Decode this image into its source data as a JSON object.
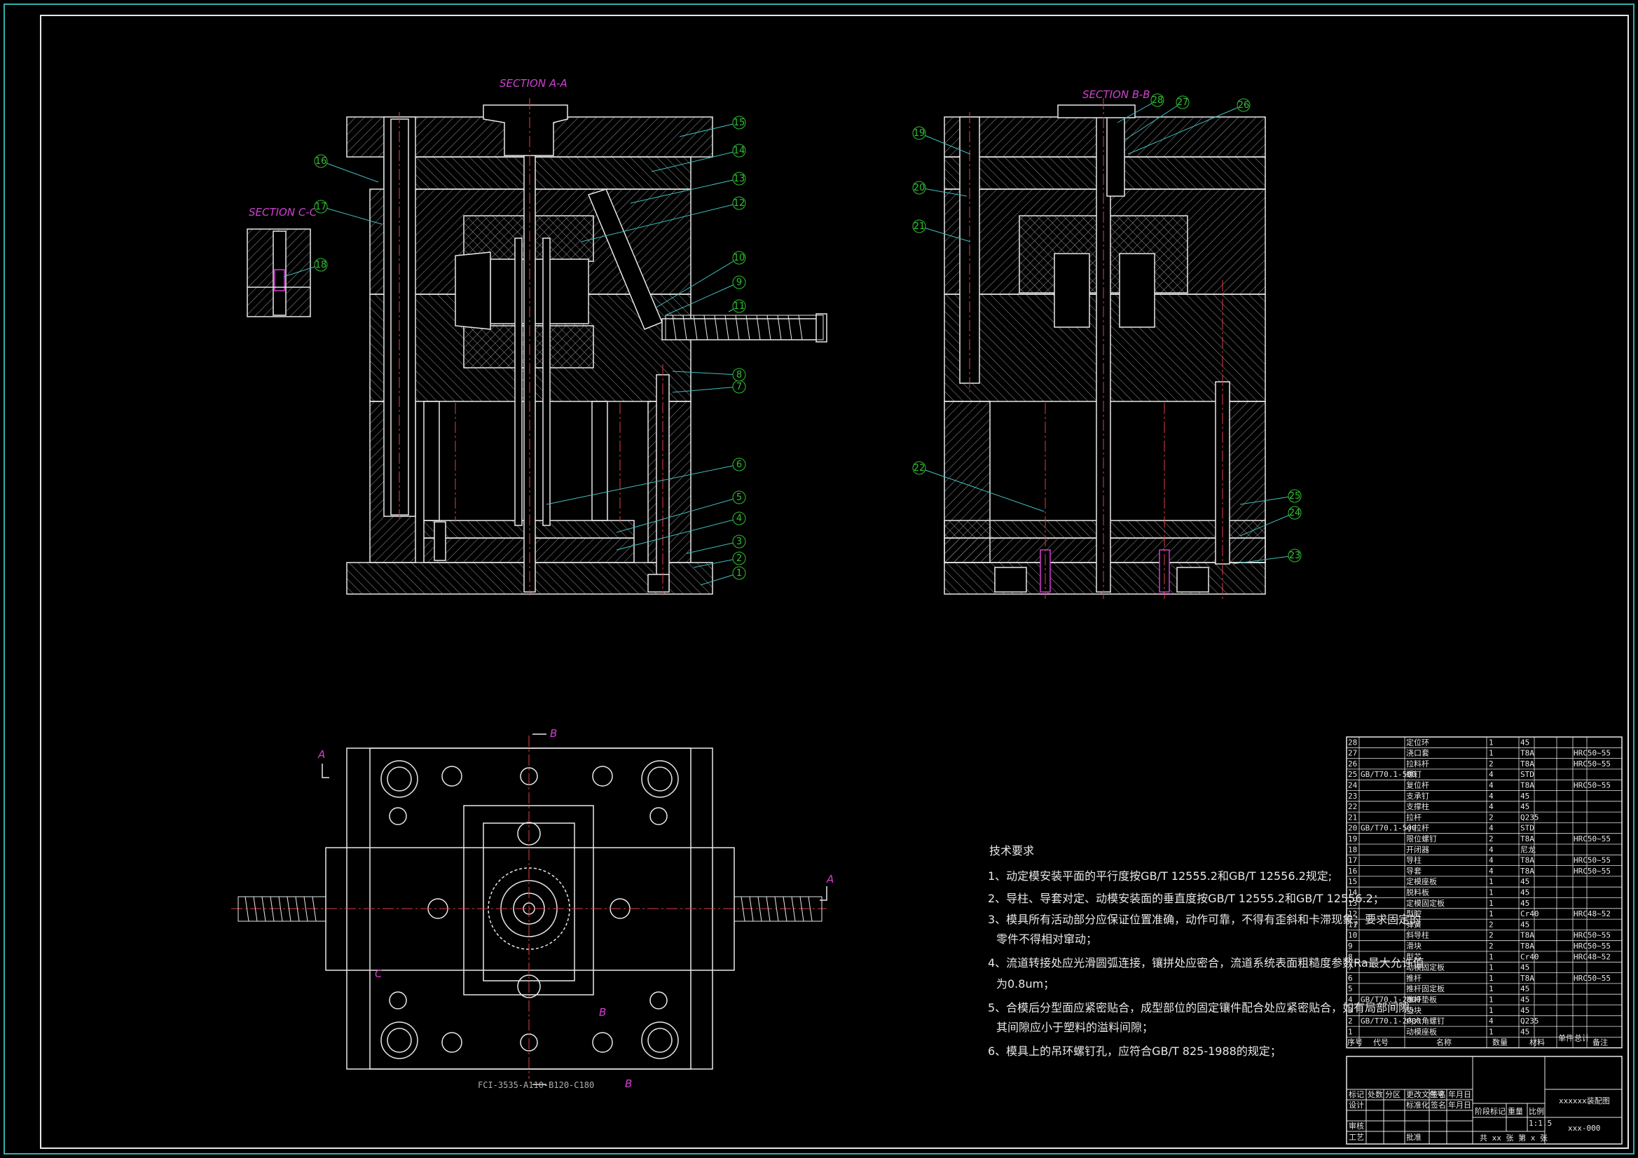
{
  "sections": {
    "a": "SECTION A-A",
    "b": "SECTION B-B",
    "c": "SECTION C-C",
    "cut_a": "A",
    "cut_b": "B",
    "cut_c": "C"
  },
  "base_code": "FCI-3535-A110-B120-C180",
  "tech_title": "技术要求",
  "tech_lines": [
    "1、动定模安装平面的平行度按GB/T 12555.2和GB/T 12556.2规定;",
    "2、导柱、导套对定、动模安装面的垂直度按GB/T 12555.2和GB/T 12556.2；",
    "3、模具所有活动部分应保证位置准确，动作可靠，不得有歪斜和卡滞现象；要求固定的",
    "零件不得相对窜动；",
    "4、流道转接处应光滑圆弧连接，镶拼处应密合，流道系统表面粗糙度参数Ra最大允许值",
    "为0.8um；",
    "5、合模后分型面应紧密贴合，成型部位的固定镶件配合处应紧密贴合，如有局部间隙，",
    "其间隙应小于塑料的溢料间隙；",
    "6、模具上的吊环螺钉孔，应符合GB/T 825-1988的规定；"
  ],
  "callouts_left": [
    "1",
    "2",
    "3",
    "4",
    "5",
    "6",
    "7",
    "8",
    "9",
    "10",
    "11",
    "12",
    "13",
    "14",
    "15",
    "16",
    "17",
    "18"
  ],
  "callouts_right": [
    "19",
    "20",
    "21",
    "22",
    "23",
    "24",
    "25",
    "26",
    "27",
    "28"
  ],
  "bom": [
    {
      "no": "28",
      "std": "",
      "name": "定位环",
      "qty": "1",
      "mat": "45",
      "note": ""
    },
    {
      "no": "27",
      "std": "",
      "name": "浇口套",
      "qty": "1",
      "mat": "T8A",
      "note": "HRC50~55"
    },
    {
      "no": "26",
      "std": "",
      "name": "拉料杆",
      "qty": "2",
      "mat": "T8A",
      "note": "HRC50~55"
    },
    {
      "no": "25",
      "std": "GB/T70.1-500",
      "name": "螺钉",
      "qty": "4",
      "mat": "STD",
      "note": ""
    },
    {
      "no": "24",
      "std": "",
      "name": "复位杆",
      "qty": "4",
      "mat": "T8A",
      "note": "HRC50~55"
    },
    {
      "no": "23",
      "std": "",
      "name": "支承钉",
      "qty": "4",
      "mat": "45",
      "note": ""
    },
    {
      "no": "22",
      "std": "",
      "name": "支撑柱",
      "qty": "4",
      "mat": "45",
      "note": ""
    },
    {
      "no": "21",
      "std": "",
      "name": "拉杆",
      "qty": "2",
      "mat": "Q235",
      "note": ""
    },
    {
      "no": "20",
      "std": "GB/T70.1-500",
      "name": "小拉杆",
      "qty": "4",
      "mat": "STD",
      "note": ""
    },
    {
      "no": "19",
      "std": "",
      "name": "限位螺钉",
      "qty": "2",
      "mat": "T8A",
      "note": "HRC50~55"
    },
    {
      "no": "18",
      "std": "",
      "name": "开闭器",
      "qty": "4",
      "mat": "尼龙",
      "note": ""
    },
    {
      "no": "17",
      "std": "",
      "name": "导柱",
      "qty": "4",
      "mat": "T8A",
      "note": "HRC50~55"
    },
    {
      "no": "16",
      "std": "",
      "name": "导套",
      "qty": "4",
      "mat": "T8A",
      "note": "HRC50~55"
    },
    {
      "no": "15",
      "std": "",
      "name": "定模座板",
      "qty": "1",
      "mat": "45",
      "note": ""
    },
    {
      "no": "14",
      "std": "",
      "name": "脱料板",
      "qty": "1",
      "mat": "45",
      "note": ""
    },
    {
      "no": "13",
      "std": "",
      "name": "定模固定板",
      "qty": "1",
      "mat": "45",
      "note": ""
    },
    {
      "no": "12",
      "std": "",
      "name": "型腔",
      "qty": "1",
      "mat": "Cr40",
      "note": "HRC48~52"
    },
    {
      "no": "11",
      "std": "",
      "name": "弹簧",
      "qty": "2",
      "mat": "45",
      "note": ""
    },
    {
      "no": "10",
      "std": "",
      "name": "斜导柱",
      "qty": "2",
      "mat": "T8A",
      "note": "HRC50~55"
    },
    {
      "no": "9",
      "std": "",
      "name": "滑块",
      "qty": "2",
      "mat": "T8A",
      "note": "HRC50~55"
    },
    {
      "no": "8",
      "std": "",
      "name": "型芯",
      "qty": "1",
      "mat": "Cr40",
      "note": "HRC48~52"
    },
    {
      "no": "7",
      "std": "",
      "name": "动模固定板",
      "qty": "1",
      "mat": "45",
      "note": ""
    },
    {
      "no": "6",
      "std": "",
      "name": "推杆",
      "qty": "1",
      "mat": "T8A",
      "note": "HRC50~55"
    },
    {
      "no": "5",
      "std": "",
      "name": "推杆固定板",
      "qty": "1",
      "mat": "45",
      "note": ""
    },
    {
      "no": "4",
      "std": "GB/T70.1-2000",
      "name": "推杆垫板",
      "qty": "1",
      "mat": "45",
      "note": ""
    },
    {
      "no": "3",
      "std": "",
      "name": "垫块",
      "qty": "1",
      "mat": "45",
      "note": ""
    },
    {
      "no": "2",
      "std": "GB/T70.1-2000",
      "name": "内六角螺钉",
      "qty": "4",
      "mat": "Q235",
      "note": ""
    },
    {
      "no": "1",
      "std": "",
      "name": "动模座板",
      "qty": "1",
      "mat": "45",
      "note": ""
    }
  ],
  "bom_header": {
    "no": "序号",
    "std": "代号",
    "name": "名称",
    "qty": "数量",
    "mat": "材料",
    "w1": "单件",
    "w2": "总计",
    "note": "备注"
  },
  "title_block": {
    "drawing_name": "xxxxxx装配图",
    "drawing_no": "xxx-000",
    "scale": "1:1.5",
    "sheets": "共 xx 张  第 x 张",
    "r1": [
      "标记",
      "处数",
      "分区",
      "更改文件号",
      "签名",
      "年月日"
    ],
    "r2": [
      "设计",
      "",
      "",
      "标准化",
      "签名",
      "年月日"
    ],
    "r3": [
      "审核"
    ],
    "r4": [
      "工艺",
      "",
      "",
      "批准"
    ],
    "stage": "阶段标记",
    "weight": "重量",
    "ratio": "比例"
  },
  "colors": {
    "line": "#e8e8e8",
    "hatch": "#a0a0a0",
    "center": "#e04040",
    "label": "#d040d0",
    "callout": "#30c030",
    "leader": "#40c0c0",
    "frame": "#30b0b0"
  }
}
